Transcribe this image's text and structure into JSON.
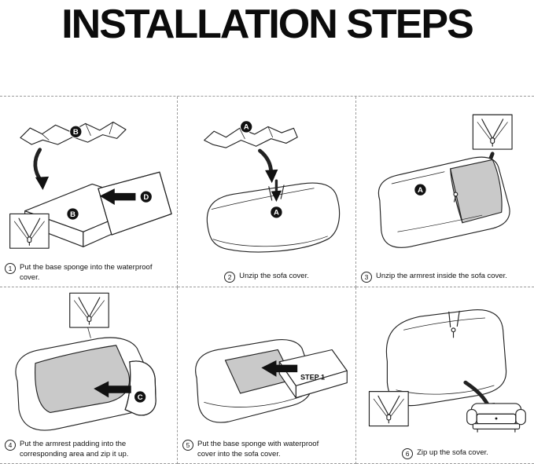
{
  "title": "INSTALLATION STEPS",
  "colors": {
    "ink": "#111111",
    "panel_gray": "#c9c9c9",
    "grid_dash": "#9a9a9a"
  },
  "steps": [
    {
      "number": "1",
      "caption": "Put the base sponge into the waterproof cover.",
      "badges": {
        "b_top": "B",
        "b_sponge": "B",
        "d_cover": "D"
      }
    },
    {
      "number": "2",
      "caption": "Unzip the sofa cover.",
      "badges": {
        "a_top": "A",
        "a_cover": "A"
      }
    },
    {
      "number": "3",
      "caption": "Unzip the armrest inside the sofa cover.",
      "badges": {
        "a_armrest": "A"
      }
    },
    {
      "number": "4",
      "caption": "Put the armrest padding into the corresponding area and zip it up.",
      "badges": {
        "c_pad": "C"
      }
    },
    {
      "number": "5",
      "caption": "Put the base sponge with waterproof cover into the sofa cover.",
      "label": "STEP 1"
    },
    {
      "number": "6",
      "caption": "Zip up the sofa cover."
    }
  ]
}
